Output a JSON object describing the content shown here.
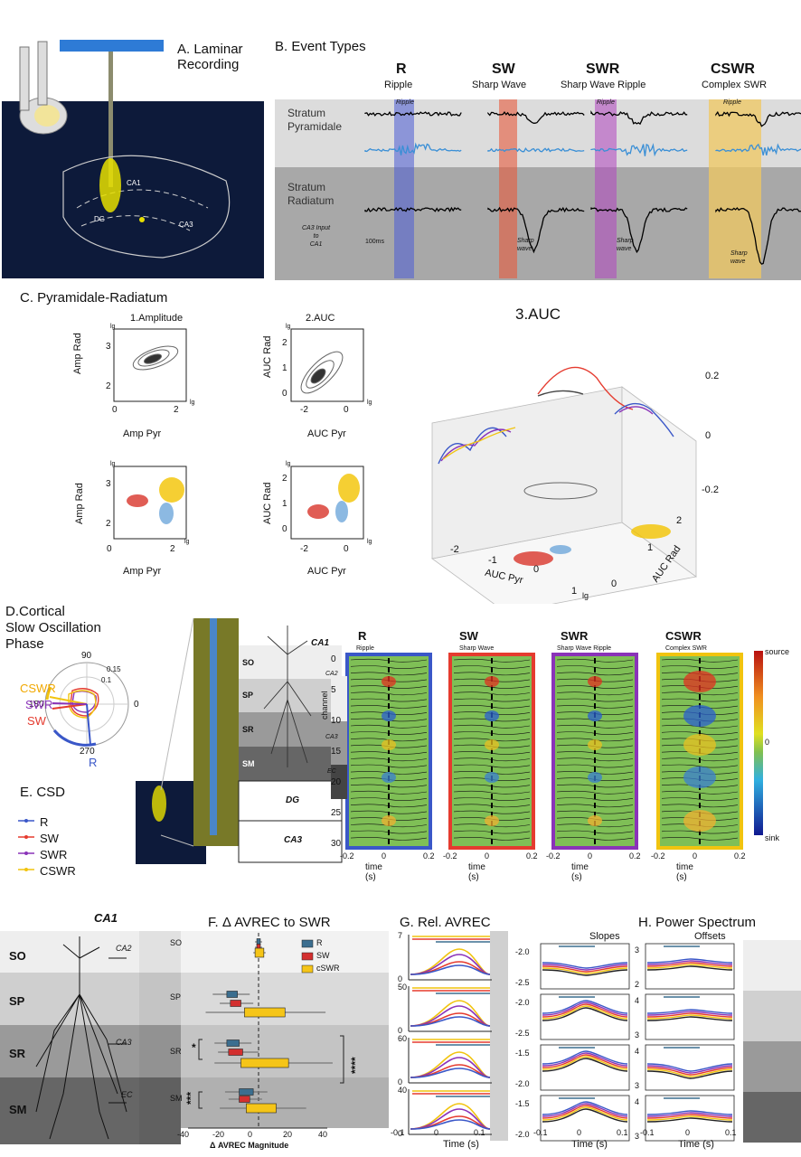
{
  "colors": {
    "R": "#3a57c8",
    "SW": "#e53b2f",
    "SWR": "#8a33b8",
    "CSWR": "#f1c40f",
    "R_box": "#3b6e8f",
    "SW_box": "#d32f2f",
    "CSWR_box": "#f5c518",
    "lightband": "#dcdcdc",
    "darkband": "#a8a8a8"
  },
  "A": {
    "title_line1": "A. Laminar",
    "title_line2": "Recording",
    "ca1": "CA1",
    "dg": "DG",
    "ca3": "CA3"
  },
  "B": {
    "title": "B. Event Types",
    "types": [
      {
        "code": "R",
        "name": "Ripple"
      },
      {
        "code": "SW",
        "name": "Sharp Wave"
      },
      {
        "code": "SWR",
        "name": "Sharp Wave Ripple"
      },
      {
        "code": "CSWR",
        "name": "Complex SWR"
      }
    ],
    "layer1_line1": "Stratum",
    "layer1_line2": "Pyramidale",
    "layer2_line1": "Stratum",
    "layer2_line2": "Radiatum",
    "ripple_tag": "Ripple",
    "sharp": "Sharp",
    "wave": "wave",
    "ca3_input_l1": "CA3 Input",
    "ca3_input_l2": "to",
    "ca3_input_l3": "CA1",
    "scale": "100ms"
  },
  "C": {
    "title": "C. Pyramidale-Radiatum",
    "amp_title": "1.Amplitude",
    "auc_title": "2.AUC",
    "auc3d_title": "3.AUC",
    "amp_rad": "Amp Rad",
    "amp_pyr": "Amp Pyr",
    "auc_rad": "AUC Rad",
    "auc_pyr": "AUC Pyr",
    "lg": "lg",
    "amp_yticks": [
      "3",
      "2"
    ],
    "amp_xticks": [
      "0",
      "2"
    ],
    "auc_yticks": [
      "2",
      "1",
      "0"
    ],
    "auc_xticks": [
      "-2",
      "0"
    ],
    "z_ticks": [
      "0.2",
      "0",
      "-0.2"
    ],
    "x3d_ticks": [
      "-2",
      "-1",
      "0",
      "1"
    ],
    "y3d_ticks": [
      "0",
      "1",
      "2"
    ]
  },
  "D": {
    "title_l1": "D.Cortical",
    "title_l2": "Slow Oscillation",
    "title_l3": "Phase",
    "a90": "90",
    "a0": "0",
    "a180": "180",
    "a270": "270",
    "r1": "0.15",
    "r2": "0.1",
    "cswr": "CSWR",
    "swr": "SWR",
    "sw": "SW",
    "r": "R"
  },
  "E": {
    "title": "E. CSD",
    "legend": [
      "R",
      "SW",
      "SWR",
      "CSWR"
    ],
    "layers": [
      "SO",
      "SP",
      "SR",
      "SM"
    ],
    "ca1": "CA1",
    "ca2": "CA2",
    "ca3in": "CA3",
    "ec": "EC",
    "dg": "DG",
    "ca3": "CA3",
    "panels": [
      {
        "code": "R",
        "name": "Ripple"
      },
      {
        "code": "SW",
        "name": "Sharp Wave"
      },
      {
        "code": "SWR",
        "name": "Sharp Wave Ripple"
      },
      {
        "code": "CSWR",
        "name": "Complex SWR"
      }
    ],
    "chan_ticks": [
      "0",
      "5",
      "10",
      "15",
      "20",
      "25",
      "30"
    ],
    "channel": "channel",
    "xticks": [
      "-0.2",
      "0",
      "0.2"
    ],
    "xlabel": "time (s)",
    "cb_source": "source",
    "cb_zero": "0",
    "cb_sink": "sink"
  },
  "F": {
    "title": "F. Δ AVREC to SWR",
    "legend": [
      "R",
      "SW",
      "cSWR"
    ],
    "layers": [
      "SO",
      "SP",
      "SR",
      "SM"
    ],
    "xticks": [
      "-40",
      "-20",
      "0",
      "20",
      "40"
    ],
    "xlabel": "Δ  AVREC Magnitude",
    "star1": "*",
    "star3": "***",
    "star4": "****"
  },
  "G": {
    "title": "G. Rel. AVREC",
    "ymax": [
      "7",
      "50",
      "60",
      "40"
    ],
    "yzero": "0",
    "xticks": [
      "-0.1",
      "0",
      "0.1"
    ],
    "xlabel": "Time (s)"
  },
  "H": {
    "title": "H. Power Spectrum",
    "slopes": "Slopes",
    "offsets": "Offsets",
    "slope_ticks": [
      [
        "-2.0",
        "-2.5"
      ],
      [
        "-2.0",
        "-2.5"
      ],
      [
        "-1.5",
        "-2.0"
      ],
      [
        "-1.5",
        "-2.0"
      ]
    ],
    "offset_ticks": [
      [
        "3",
        "2"
      ],
      [
        "4",
        "3"
      ],
      [
        "4",
        "3"
      ],
      [
        "4",
        "3"
      ]
    ],
    "xticks": [
      "-0.1",
      "0",
      "0.1"
    ],
    "xlabel": "Time (s)"
  },
  "bottom_left": {
    "ca1": "CA1",
    "ca2": "CA2",
    "ca3": "CA3",
    "ec": "EC",
    "layers": [
      "SO",
      "SP",
      "SR",
      "SM"
    ]
  }
}
